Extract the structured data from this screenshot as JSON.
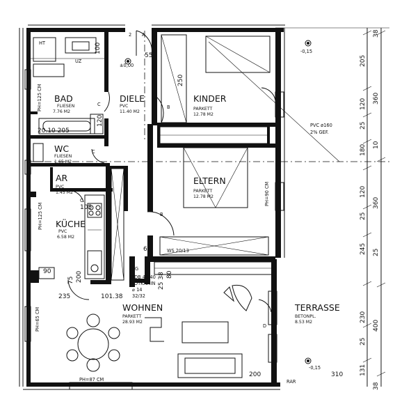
{
  "rooms": {
    "bad": {
      "name": "BAD",
      "floor": "FLIESEN",
      "area": "7.76 M2"
    },
    "diele": {
      "name": "DIELE",
      "floor": "PVC",
      "area": "11.40 M2"
    },
    "kinder": {
      "name": "KINDER",
      "floor": "PARKETT",
      "area": "12.78 M2"
    },
    "wc": {
      "name": "WC",
      "floor": "FLIESEN",
      "area": "1.65 M2"
    },
    "ar": {
      "name": "AR",
      "floor": "PVC",
      "area": "1.45 M2"
    },
    "eltern": {
      "name": "ELTERN",
      "floor": "PARKETT",
      "area": "12.78 M2"
    },
    "kueche": {
      "name": "KÜCHE",
      "floor": "PVC",
      "area": "6.58 M2"
    },
    "wohnen": {
      "name": "WOHNEN",
      "floor": "PARKETT",
      "area": "28.93 M2"
    },
    "terrasse": {
      "name": "TERRASSE",
      "floor": "BETONPL.",
      "area": "8.53 M2"
    }
  },
  "annotations": {
    "ht": "HT",
    "uz": "UZ",
    "level_top": "±0,00",
    "level_right_top": "-0,15",
    "level_right_bottom": "-0,15",
    "pvc_pipe": "PVC ø160",
    "slope": "2% GEF.",
    "ph_bad": "PH=125 CM",
    "ph_kueche": "PH=125 CM",
    "ph_eltern": "PH=90 CM",
    "ph_wohnen_left": "PH=65 CM",
    "ph_wohnen_bottom": "PH=87 CM",
    "ws": "WS 20/13",
    "ddb": "DDB 40/40",
    "notkamin": "NOTKAMIN",
    "d14": "⌀ 14",
    "d3232": "32/32",
    "rar": "RAR",
    "b1": "B",
    "b2": "B",
    "c1": "C",
    "c2": "C",
    "c3": "C",
    "d1": "D",
    "a1": "A",
    "g1": "G",
    "n2": "2"
  },
  "dimensions": {
    "d_205_bath": "20.10 205",
    "d_100": "100",
    "d_120_bath": "120",
    "d_250": "250",
    "d_55": "55",
    "d_105": "105",
    "d_200_k": "200",
    "d_75": "75",
    "d_90": "90",
    "d_235": "235",
    "d_10138": "101.38",
    "d_66": "66",
    "d_2538": "25 38",
    "d_80": "80",
    "d_200_w": "200",
    "d_310": "310",
    "r_38_top": "38",
    "r_205": "205",
    "r_360_top": "360",
    "r_120_a": "120",
    "r_25_a": "25",
    "r_180": "180",
    "r_10": "10",
    "r_120_b": "120",
    "r_360_b": "360",
    "r_25_b": "25",
    "r_245": "245",
    "r_25_c": "25",
    "r_230": "230",
    "r_400": "400",
    "r_25_d": "25",
    "r_131": "131",
    "r_38_bottom": "38"
  }
}
